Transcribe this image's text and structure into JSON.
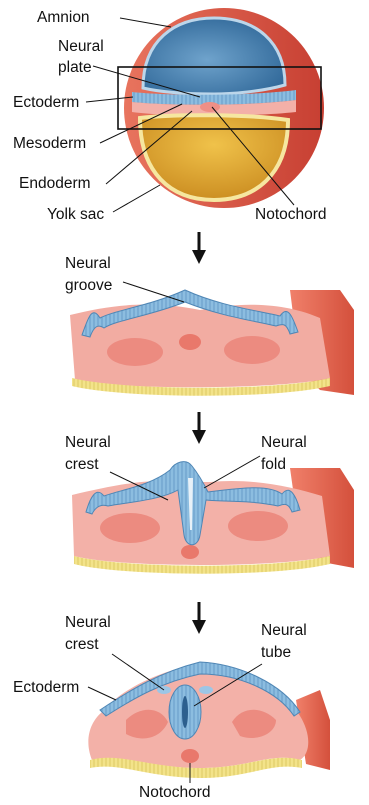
{
  "labels": {
    "amnion": "Amnion",
    "neural": "Neural",
    "plate": "plate",
    "ectoderm": "Ectoderm",
    "mesoderm": "Mesoderm",
    "endoderm": "Endoderm",
    "yolk_sac": "Yolk sac",
    "notochord": "Notochord",
    "groove": "groove",
    "crest": "crest",
    "fold": "fold",
    "tube": "tube"
  },
  "colors": {
    "ectoderm_blue": "#7fb3d8",
    "amnion_blue": "#3f79aa",
    "mesoderm_pink": "#f0a0a0",
    "outer_red": "#d94f3f",
    "yolk_orange": "#e2a22e",
    "endoderm_yellow": "#f1e07a"
  }
}
